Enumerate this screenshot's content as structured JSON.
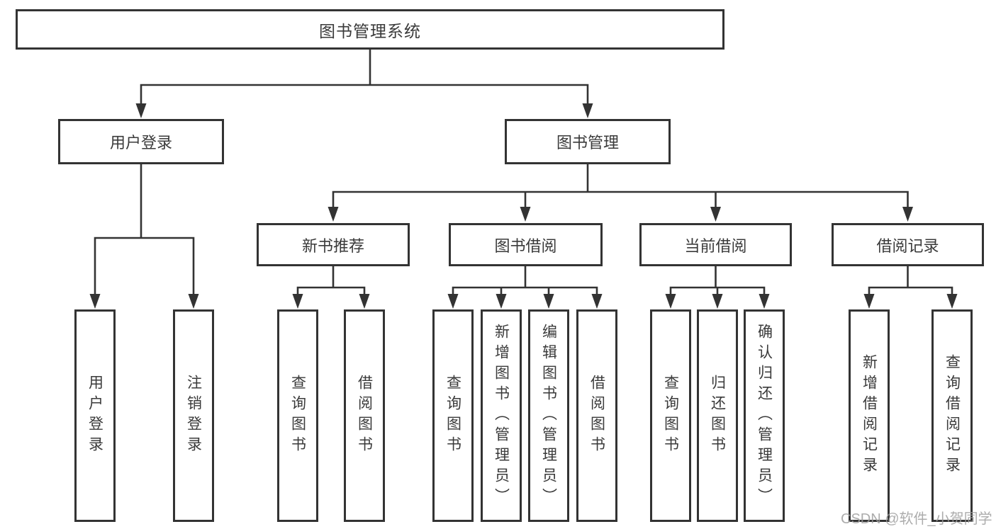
{
  "diagram": {
    "title": "图书管理系统",
    "root": {
      "label": "图书管理系统"
    },
    "level2": [
      {
        "label": "用户登录"
      },
      {
        "label": "图书管理"
      }
    ],
    "level3": [
      {
        "label": "新书推荐"
      },
      {
        "label": "图书借阅"
      },
      {
        "label": "当前借阅"
      },
      {
        "label": "借阅记录"
      }
    ],
    "leaf_groups": [
      {
        "parent": "用户登录",
        "items": [
          "用户登录",
          "注销登录"
        ]
      },
      {
        "parent": "新书推荐",
        "items": [
          "查询图书",
          "借阅图书"
        ]
      },
      {
        "parent": "图书借阅",
        "items": [
          "查询图书",
          "新增图书（管理员）",
          "编辑图书（管理员）",
          "借阅图书"
        ]
      },
      {
        "parent": "当前借阅",
        "items": [
          "查询图书",
          "归还图书",
          "确认归还（管理员）"
        ]
      },
      {
        "parent": "借阅记录",
        "items": [
          "新增借阅记录",
          "查询借阅记录"
        ]
      }
    ]
  },
  "watermark": {
    "text": "CSDN @软件_小贺同学"
  },
  "colors": {
    "line": "#333333",
    "box_border": "#333333",
    "text": "#3a3a3a",
    "watermark": "#9e9e9e",
    "background": "#ffffff"
  }
}
